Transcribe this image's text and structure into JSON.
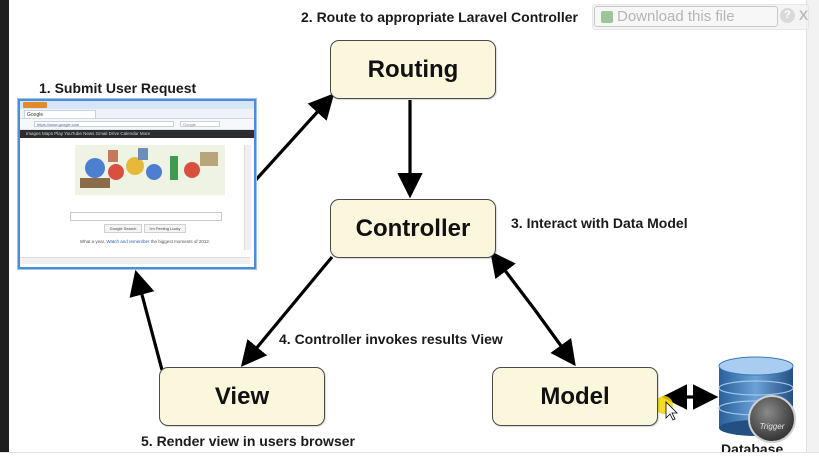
{
  "nodes": {
    "routing": "Routing",
    "controller": "Controller",
    "view": "View",
    "model": "Model"
  },
  "steps": {
    "step1": "1. Submit User Request",
    "step2": "2. Route to appropriate Laravel Controller",
    "step3": "3. Interact with Data Model",
    "step4": "4. Controller invokes results View",
    "step5": "5. Render view in users browser"
  },
  "database": {
    "label": "Database"
  },
  "download_bar": {
    "label": "Download this file",
    "help": "?",
    "close": "X"
  },
  "watermark": {
    "text": "Trigger"
  },
  "browser_screenshot": {
    "tab_label": "Google",
    "url": "https://www.google.com",
    "search_placeholder": "Google",
    "nav_items": "Images   Maps   Play   YouTube   News   Gmail   Drive   Calendar   More",
    "search_button": "Google Search",
    "lucky_button": "I'm Feeling Lucky",
    "footer_prefix": "What a year.",
    "footer_link": "Watch and remember",
    "footer_suffix": "the biggest moments of 2012."
  },
  "colors": {
    "node_fill": "#fbf7dd",
    "node_border": "#4a4a4a",
    "arrow": "#000000",
    "database_top": "#7fb3e0",
    "database_body": "#2f6aa8",
    "browser_border": "#4a8fd6",
    "cursor_highlight": "#f5d400"
  }
}
